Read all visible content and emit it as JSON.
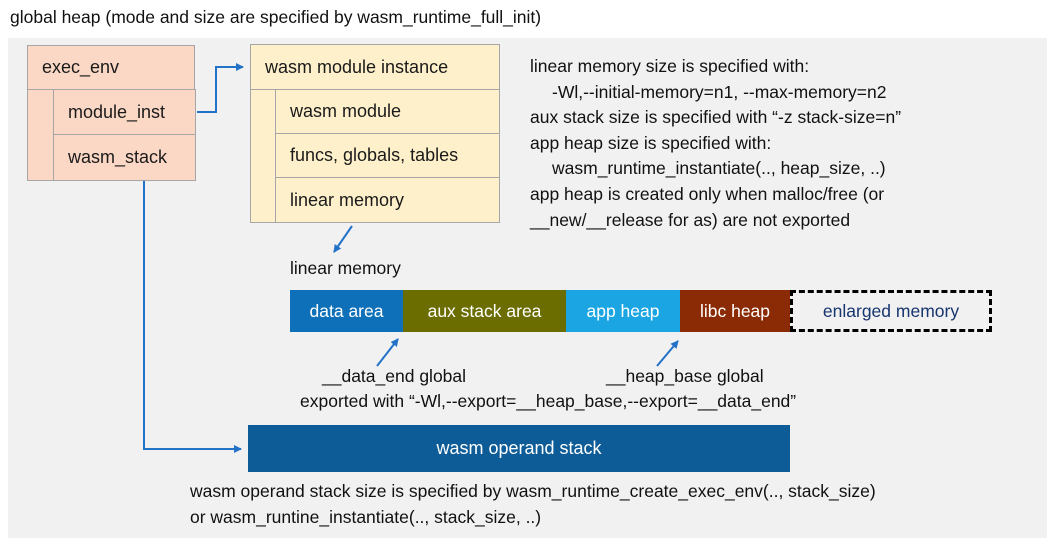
{
  "title": "global heap (mode and size are specified by wasm_runtime_full_init)",
  "exec_env": {
    "header": "exec_env",
    "rows": [
      {
        "label": "module_inst"
      },
      {
        "label": "wasm_stack"
      }
    ]
  },
  "module_instance": {
    "header": "wasm module instance",
    "rows": [
      {
        "label": "wasm module"
      },
      {
        "label": "funcs, globals, tables"
      },
      {
        "label": "linear memory"
      }
    ]
  },
  "notes_right": {
    "lines": [
      "linear memory size is specified with:",
      "-Wl,--initial-memory=n1, --max-memory=n2",
      "aux stack size is specified with “-z stack-size=n”",
      "app heap size is specified with:",
      "wasm_runtime_instantiate(.., heap_size, ..)",
      "app heap is created only when malloc/free (or",
      "__new/__release for as) are not exported"
    ]
  },
  "linear_memory": {
    "label": "linear memory",
    "segments": [
      {
        "label": "data area",
        "color": "#0e70b8"
      },
      {
        "label": "aux stack area",
        "color": "#6b6d00"
      },
      {
        "label": "app heap",
        "color": "#1ba6e3"
      },
      {
        "label": "libc heap",
        "color": "#8b2b05"
      },
      {
        "label": "enlarged memory",
        "color": "#f1f1f1",
        "text_color": "#17356e",
        "border": "dashed"
      }
    ]
  },
  "annotations": {
    "data_end": "__data_end global",
    "heap_base": "__heap_base global",
    "exported": "exported with “-Wl,--export=__heap_base,--export=__data_end”"
  },
  "operand_stack": {
    "label": "wasm operand stack",
    "color": "#0d5b97"
  },
  "notes_bottom": {
    "lines": [
      "wasm operand stack size is specified by wasm_runtime_create_exec_env(.., stack_size)",
      "or wasm_runtine_instantiate(.., stack_size, ..)"
    ]
  },
  "colors": {
    "panel_background": "#f1f1f1",
    "exec_env_box": "#fbd8c5",
    "module_instance_box": "#fdf0ca",
    "box_border": "#a6a6a6",
    "arrow_blue": "#2272c8",
    "enlarged_memory_text": "#17356e"
  }
}
